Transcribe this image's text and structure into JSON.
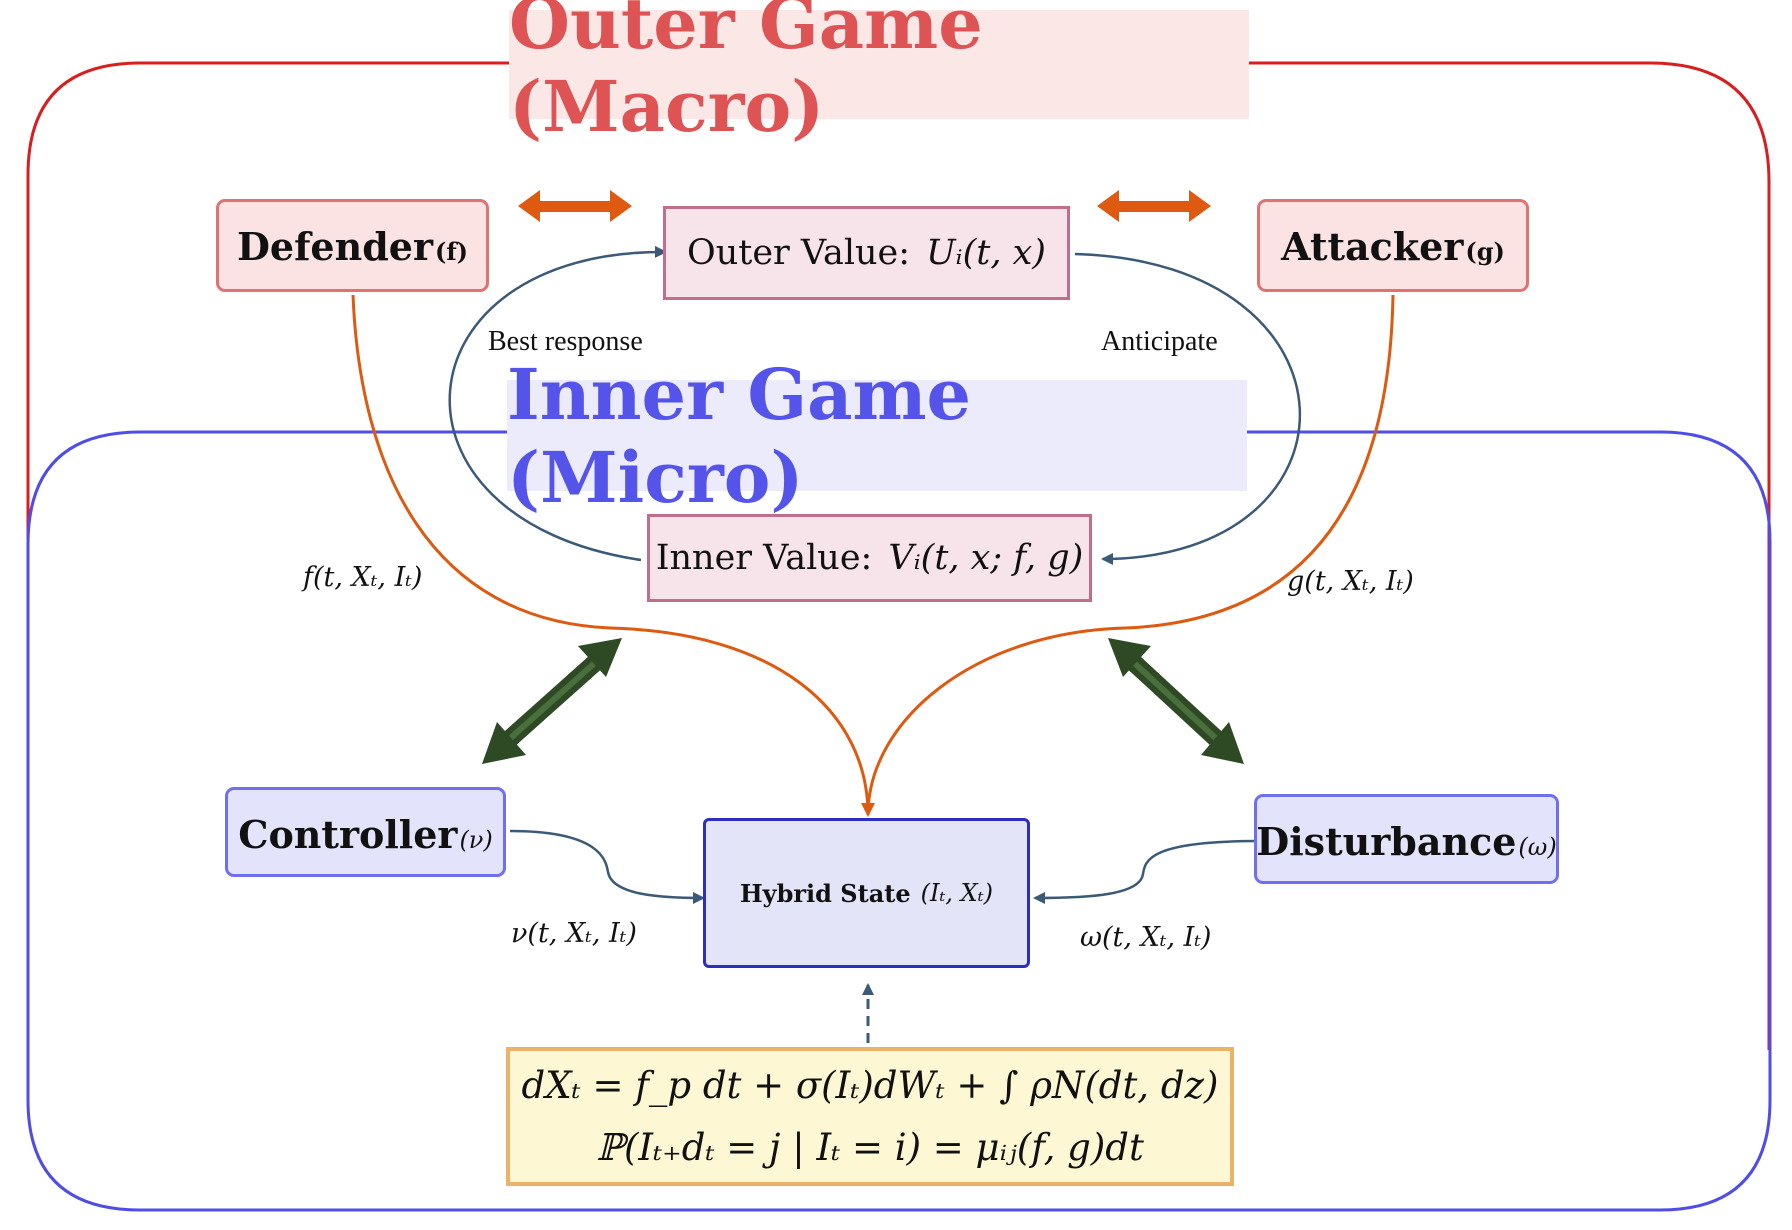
{
  "outer_game": {
    "title": "Outer Game (Macro)",
    "color": "#de5454",
    "frame_color": "#d81f1f"
  },
  "inner_game": {
    "title": "Inner Game (Micro)",
    "color": "#5454ea",
    "frame_color": "#4f4de8"
  },
  "players": {
    "defender": {
      "label": "Defender",
      "sub": "(f)"
    },
    "attacker": {
      "label": "Attacker",
      "sub": "(g)"
    },
    "controller": {
      "label": "Controller",
      "sub": "(ν)"
    },
    "disturbance": {
      "label": "Disturbance",
      "sub": "(ω)"
    }
  },
  "values": {
    "outer": {
      "label": "Outer Value:",
      "math": "Uᵢ(t, x)"
    },
    "inner": {
      "label": "Inner Value:",
      "math": "Vᵢ(t, x; f, g)"
    }
  },
  "edges": {
    "best_response": "Best response",
    "anticipate": "Anticipate",
    "defender_policy": "f(t, Xₜ, Iₜ)",
    "attacker_policy": "g(t, Xₜ, Iₜ)",
    "controller_input": "ν(t, Xₜ, Iₜ)",
    "disturbance_input": "ω(t, Xₜ, Iₜ)"
  },
  "hybrid_state": {
    "label": "Hybrid State",
    "math": "(Iₜ, Xₜ)"
  },
  "equations": {
    "sde": "dXₜ = f_p dt + σ(Iₜ)dWₜ + ∫ ρN(dt, dz)",
    "transition": "ℙ(Iₜ₊dₜ = j | Iₜ = i) = μᵢⱼ(f, g)dt"
  },
  "colors": {
    "orange_arrow": "#dd5a10",
    "teal_arrow": "#3a5a78",
    "green_arrow": "#2d4a24"
  }
}
